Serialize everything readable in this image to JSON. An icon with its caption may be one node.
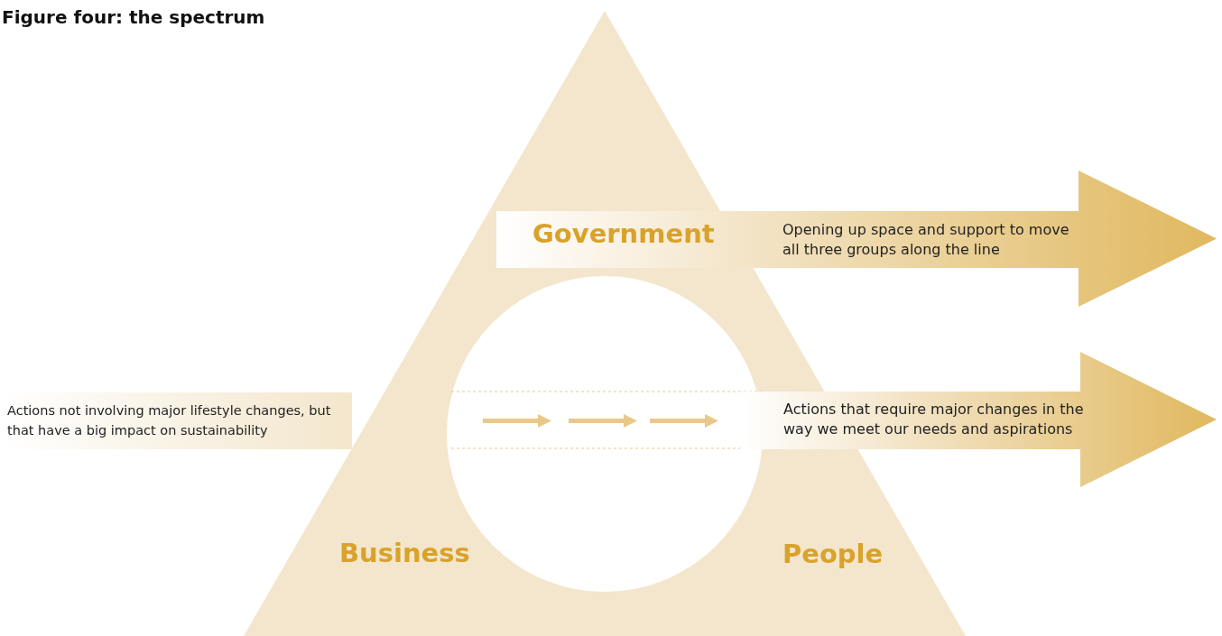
{
  "diagram": {
    "title": "Figure four: the spectrum",
    "nodes": [
      {
        "text": [
          "Government",
          "Opening up space and support to move all three groups along the line"
        ]
      },
      {
        "text": [
          "Actions not involving major lifestyle changes, but that have a big impact on sustainability"
        ]
      },
      {
        "text": [
          "Actions that require major changes in the way we meet our needs and aspirations"
        ]
      }
    ],
    "labels": [
      "Business",
      "People"
    ]
  }
}
